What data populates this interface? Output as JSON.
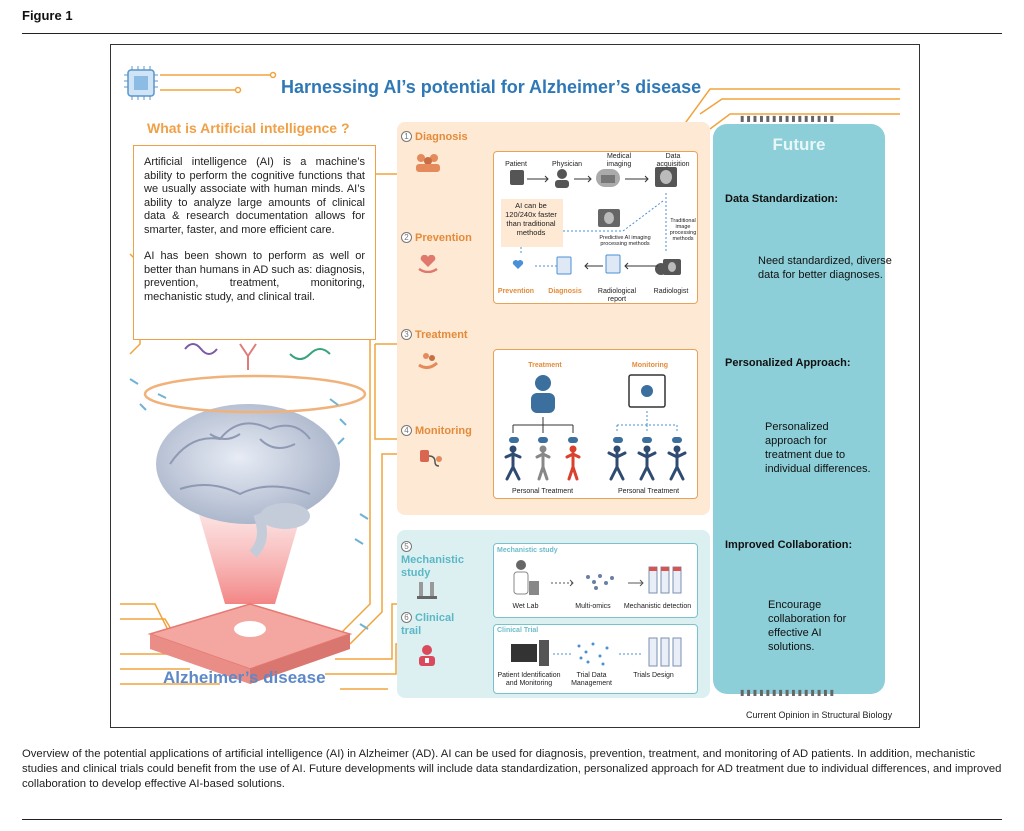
{
  "figure_label": "Figure 1",
  "title": "Harnessing AI’s potential for Alzheimer’s disease",
  "what_is": {
    "heading": "What is Artificial intelligence ?",
    "para1": "Artificial intelligence (AI) is a machine’s ability to perform the cognitive functions that we usually associate with human minds. AI’s ability to analyze large amounts of clinical data & research documentation allows for smarter, faster, and more efficient care.",
    "para2": "AI has been shown to perform as well or better than humans in AD such as: diagnosis, prevention, treatment, monitoring, mechanistic study, and clinical trail."
  },
  "brain_label": "Alzheimer’s disease",
  "sections": [
    {
      "num": "1",
      "label": "Diagnosis"
    },
    {
      "num": "2",
      "label": "Prevention"
    },
    {
      "num": "3",
      "label": "Treatment"
    },
    {
      "num": "4",
      "label": "Monitoring"
    },
    {
      "num": "5",
      "label": "Mechanistic study"
    },
    {
      "num": "6",
      "label": "Clinical trail"
    }
  ],
  "diagnosis_flow": {
    "patient": "Patient",
    "physician": "Physician",
    "medical_imaging": "Medical imaging",
    "data_acquisition": "Data acquisition",
    "ai_note": "AI can be 120/240x faster than traditional methods",
    "predictive": "Predictive AI imaging processing methods",
    "traditional": "Traditional image processing methods",
    "prevention": "Prevention",
    "diagnosis": "Diagnosis",
    "radiological_report": "Radiological report",
    "radiologist": "Radiologist"
  },
  "treatment_box": {
    "treatment": "Treatment",
    "monitoring": "Monitoring",
    "personal1": "Personal Treatment",
    "personal2": "Personal Treatment"
  },
  "mech_box": {
    "title": "Mechanistic study",
    "wet_lab": "Wet Lab",
    "multi_omics": "Multi-omics",
    "detection": "Mechanistic detection"
  },
  "clinical_box": {
    "title": "Clinical Trial",
    "patient_id": "Patient Identification and Monitoring",
    "trial_data": "Trial Data Management",
    "trials_design": "Trials Design"
  },
  "future": {
    "title": "Future",
    "items": [
      {
        "heading": "Data Standardization",
        "text": "Need standardized, diverse data for better diagnoses."
      },
      {
        "heading": "Personalized Approach",
        "text": "Personalized approach for treatment due to individual differences."
      },
      {
        "heading": "Improved Collaboration",
        "text": "Encourage collaboration for effective AI solutions."
      }
    ]
  },
  "credit": "Current Opinion in Structural Biology",
  "caption": "Overview of the potential applications of artificial intelligence (AI) in Alzheimer (AD). AI can be used for diagnosis, prevention, treatment, and monitoring of AD patients. In addition, mechanistic studies and clinical trials could benefit from the use of AI. Future developments will include data standardization, personalized approach for AD treatment due to individual differences, and improved collaboration to develop effective AI-based solutions."
}
